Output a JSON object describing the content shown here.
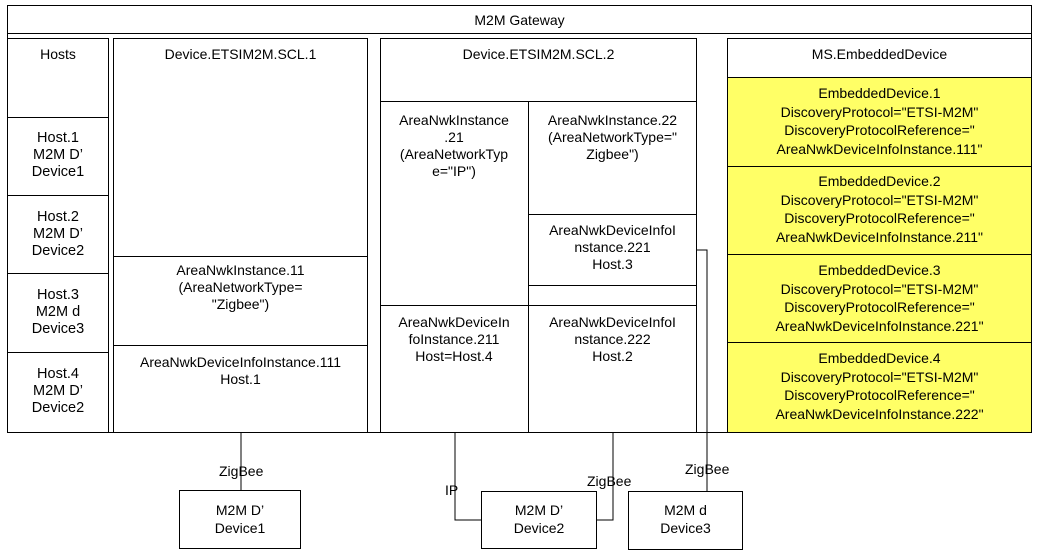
{
  "gateway": {
    "title": "M2M Gateway"
  },
  "hosts": {
    "header": "Hosts",
    "items": [
      "Host.1\nM2M D’\nDevice1",
      "Host.2\nM2M D’\nDevice2",
      "Host.3\nM2M d\nDevice3",
      "Host.4\nM2M D’\nDevice2"
    ]
  },
  "scl1": {
    "header": "Device.ETSIM2M.SCL.1",
    "area_nwk_instance": "AreaNwkInstance.11\n(AreaNetworkType=\n\"Zigbee\")",
    "device_info_instance": "AreaNwkDeviceInfoInstance.111\nHost.1"
  },
  "scl2": {
    "header": "Device.ETSIM2M.SCL.2",
    "instance21": "AreaNwkInstance\n.21\n(AreaNetworkTyp\ne=\"IP\")",
    "instance211": "AreaNwkDeviceIn\nfoInstance.211\nHost=Host.4",
    "instance22": "AreaNwkInstance.22\n(AreaNetworkType=\"\nZigbee\")",
    "instance221": "AreaNwkDeviceInfoI\nnstance.221\nHost.3",
    "instance222": "AreaNwkDeviceInfoI\nnstance.222\nHost.2"
  },
  "ms": {
    "header": "MS.EmbeddedDevice",
    "items": [
      "EmbeddedDevice.1\nDiscoveryProtocol=\"ETSI-M2M\"\nDiscoveryProtocolReference=\"\nAreaNwkDeviceInfoInstance.111\"",
      "EmbeddedDevice.2\nDiscoveryProtocol=\"ETSI-M2M\"\nDiscoveryProtocolReference=\"\nAreaNwkDeviceInfoInstance.211\"",
      "EmbeddedDevice.3\nDiscoveryProtocol=\"ETSI-M2M\"\nDiscoveryProtocolReference=\"\nAreaNwkDeviceInfoInstance.221\"",
      "EmbeddedDevice.4\nDiscoveryProtocol=\"ETSI-M2M\"\nDiscoveryProtocolReference=\"\nAreaNwkDeviceInfoInstance.222\""
    ],
    "highlight_color": "#ffff66"
  },
  "links": {
    "zigbee1": "ZigBee",
    "ip": "IP",
    "zigbee2": "ZigBee",
    "zigbee3": "ZigBee"
  },
  "devices": {
    "device1": "M2M D’\nDevice1",
    "device2": "M2M D’\nDevice2",
    "device3": "M2M d\nDevice3"
  }
}
